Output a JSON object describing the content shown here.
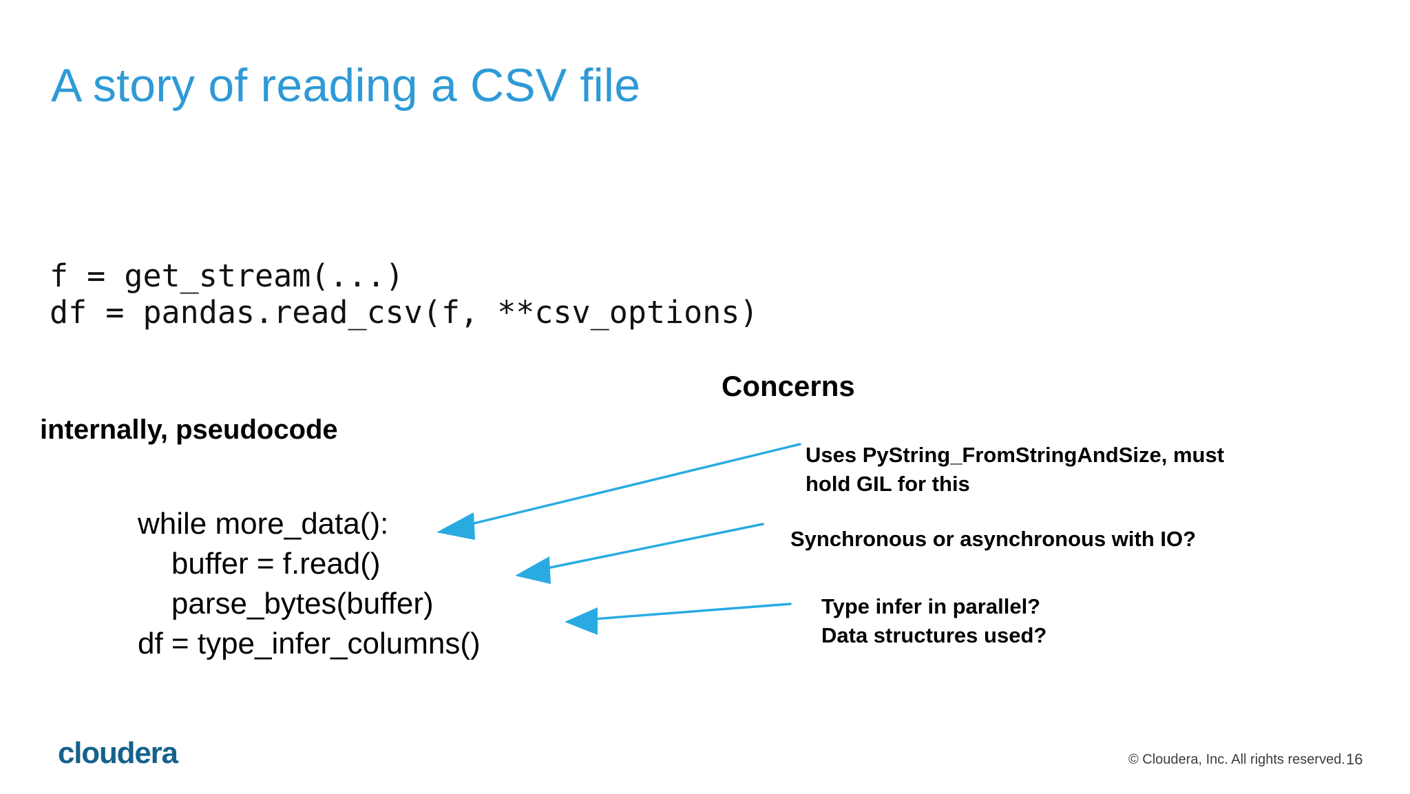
{
  "slide": {
    "title": "A story of reading a CSV file",
    "title_color": "#2e9ad6",
    "background_color": "#ffffff",
    "accent_arrow_color": "#29abe2"
  },
  "code_sample": {
    "text": "f = get_stream(...)\ndf = pandas.read_csv(f, **csv_options)"
  },
  "labels": {
    "pseudocode_label": "internally, pseudocode",
    "concerns_heading": "Concerns"
  },
  "pseudocode": {
    "text": "while more_data():\n    buffer = f.read()\n    parse_bytes(buffer)\ndf = type_infer_columns()"
  },
  "concerns": [
    {
      "text": "Uses PyString_FromStringAndSize, must\nhold GIL for this"
    },
    {
      "text": "Synchronous or asynchronous with IO?"
    },
    {
      "text": "Type infer in parallel?\nData structures used?"
    }
  ],
  "footer": {
    "logo_text": "cloudera",
    "logo_color": "#15618c",
    "copyright": "© Cloudera, Inc. All rights reserved.",
    "page_number": "16"
  }
}
